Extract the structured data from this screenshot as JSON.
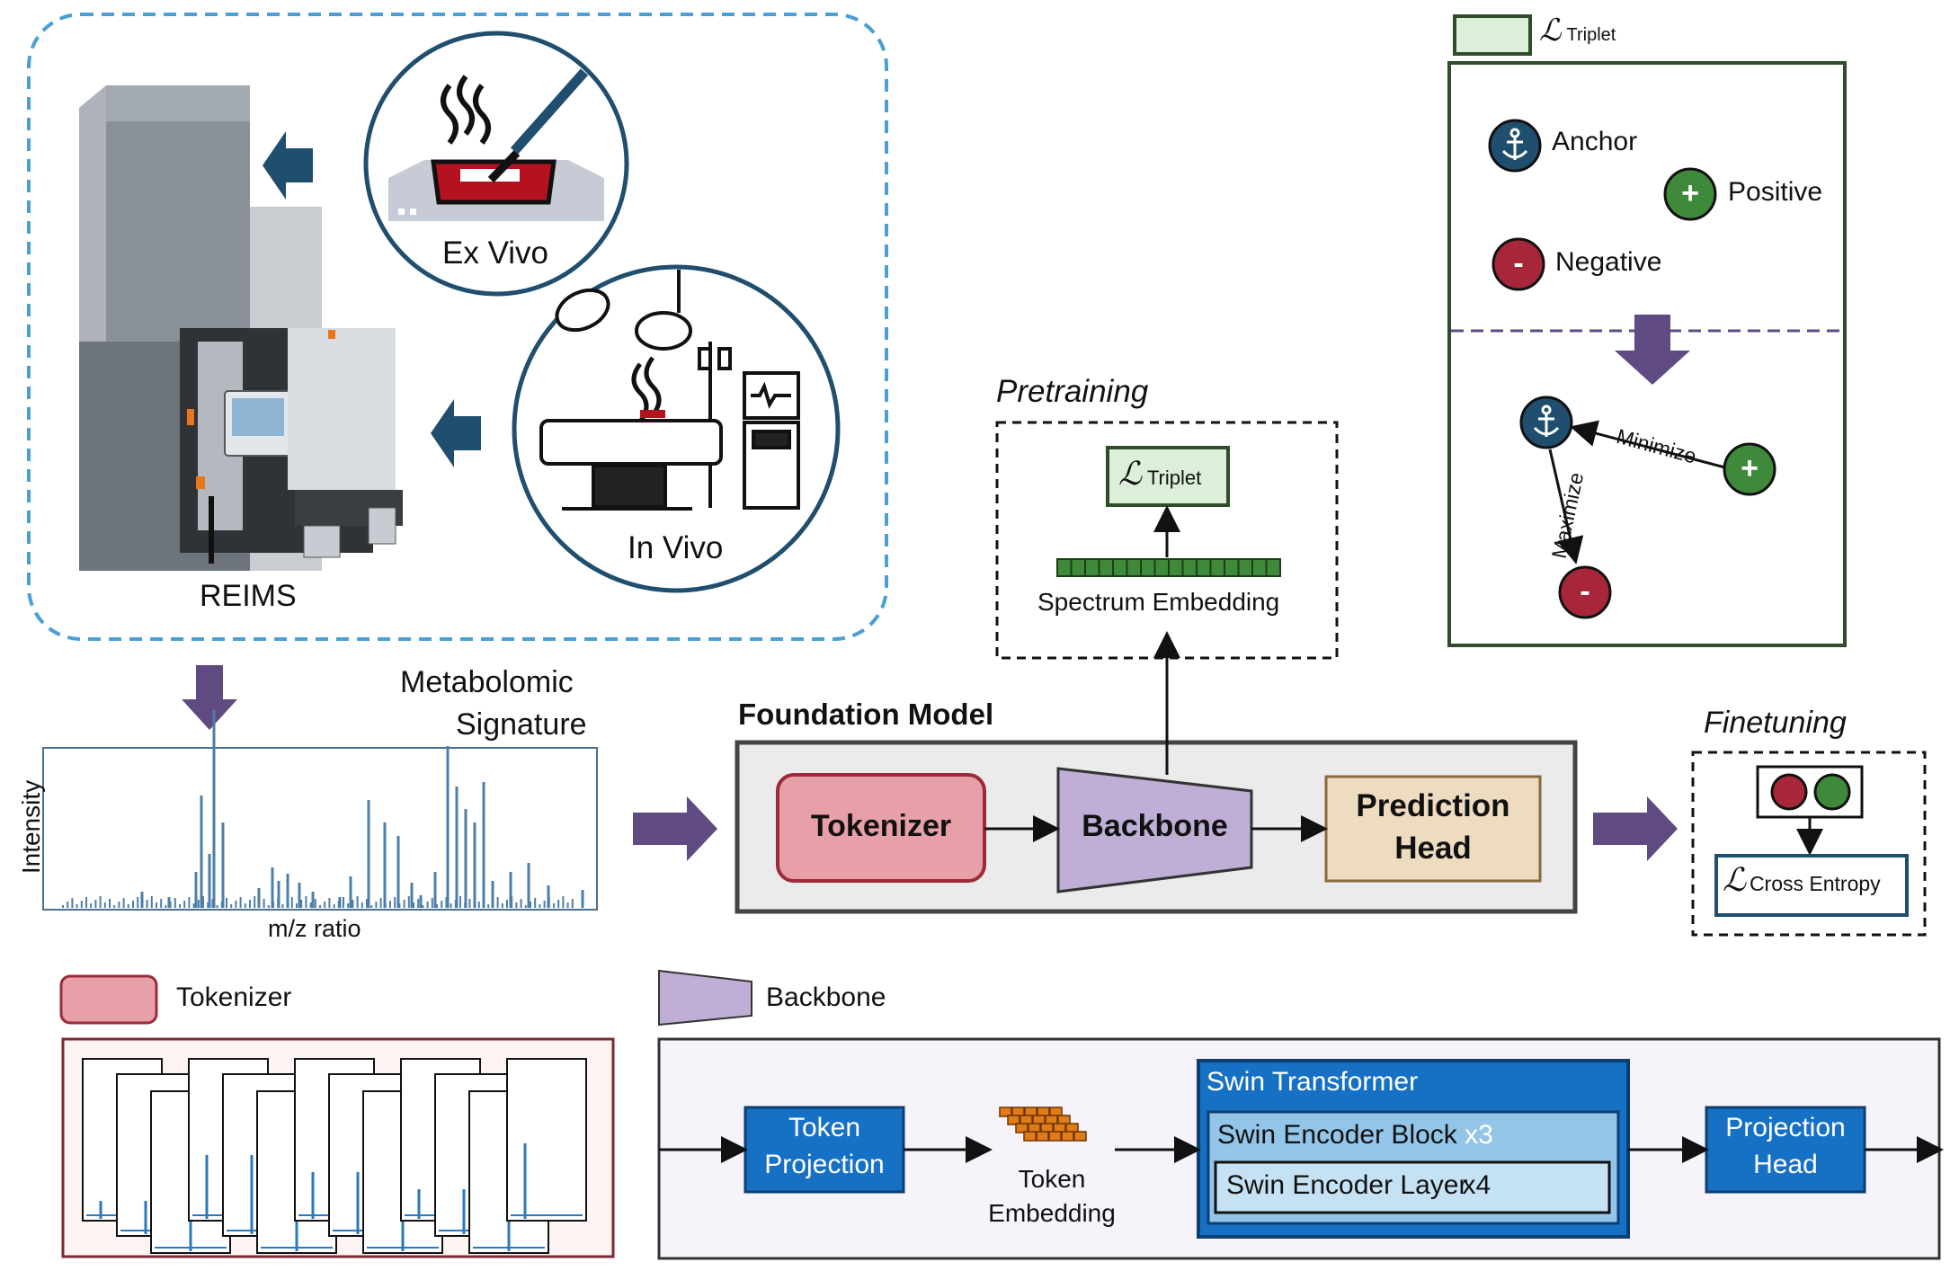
{
  "reims": {
    "label": "REIMS",
    "ex_vivo": "Ex Vivo",
    "in_vivo": "In Vivo"
  },
  "spectrum": {
    "title_line1": "Metabolomic",
    "title_line2": "Signature",
    "ylabel": "Intensity",
    "xlabel": "m/z ratio"
  },
  "pretraining": {
    "title": "Pretraining",
    "loss_symbol": "ℒ",
    "loss_sub": "Triplet",
    "embedding_label": "Spectrum Embedding"
  },
  "foundation": {
    "title": "Foundation Model",
    "tokenizer": "Tokenizer",
    "backbone": "Backbone",
    "head_line1": "Prediction",
    "head_line2": "Head"
  },
  "finetuning": {
    "title": "Finetuning",
    "loss_symbol": "ℒ",
    "loss_sub": "Cross Entropy"
  },
  "triplet_panel": {
    "legend_symbol": "ℒ",
    "legend_sub": "Triplet",
    "anchor": "Anchor",
    "positive": "Positive",
    "negative": "Negative",
    "plus": "+",
    "minus": "-",
    "minimize": "Minimize",
    "maximize": "Maximize"
  },
  "tokenizer_detail": {
    "legend": "Tokenizer"
  },
  "backbone_detail": {
    "legend": "Backbone",
    "token_projection_line1": "Token",
    "token_projection_line2": "Projection",
    "token_embedding_line1": "Token",
    "token_embedding_line2": "Embedding",
    "swin_title": "Swin Transformer",
    "encoder_block": "Swin Encoder Block",
    "encoder_block_mult": "x3",
    "encoder_layer": "Swin Encoder Layer",
    "encoder_layer_mult": "x4",
    "projection_head_line1": "Projection",
    "projection_head_line2": "Head"
  },
  "colors": {
    "dashed_blue": "#4a9fd4",
    "navy_circle": "#1f4e6e",
    "purple_arrow": "#5f4a82",
    "tokenizer_fill": "#e8a0a8",
    "tokenizer_stroke": "#9c2a3a",
    "backbone_fill": "#bfaed6",
    "head_fill": "#eddcc0",
    "loss_fill": "#dcefd8",
    "loss_stroke": "#2e4d28",
    "anchor": "#1f4e6e",
    "positive": "#3f8a3a",
    "negative": "#a8263a",
    "swin_blue": "#1670c4",
    "swin_block": "#93c5e8",
    "swin_layer": "#c5e2f4",
    "token_orange": "#e07b16"
  }
}
